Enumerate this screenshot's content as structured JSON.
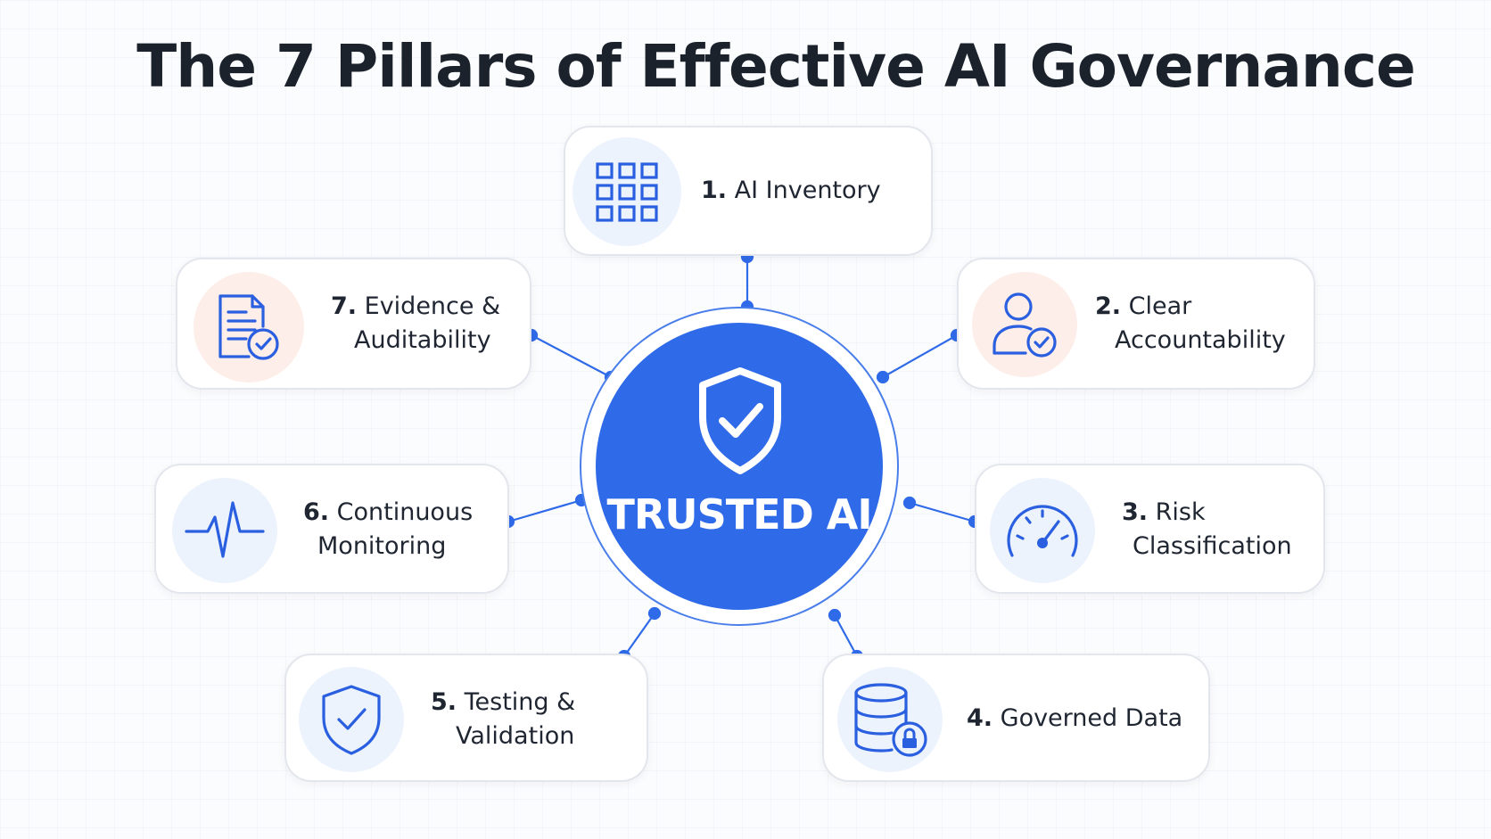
{
  "title": "The 7 Pillars of Effective AI Governance",
  "center": {
    "label": "TRUSTED AI",
    "icon": "shield-check-icon"
  },
  "colors": {
    "primary_blue": "#2f6ae8",
    "icon_blue": "#2a5fe0",
    "icon_bg_blue": "#edf3fd",
    "icon_bg_pink": "#fdeee9",
    "card_border": "#e3e6ec",
    "title_text": "#1b222c"
  },
  "pillars": [
    {
      "number": "1.",
      "lines": [
        "AI Inventory"
      ],
      "icon": "grid-icon"
    },
    {
      "number": "2.",
      "lines": [
        "Clear",
        "Accountability"
      ],
      "icon": "user-check-icon"
    },
    {
      "number": "3.",
      "lines": [
        "Risk",
        "Classification"
      ],
      "icon": "gauge-icon"
    },
    {
      "number": "4.",
      "lines": [
        "Governed Data"
      ],
      "icon": "database-lock-icon"
    },
    {
      "number": "5.",
      "lines": [
        "Testing &",
        "Validation"
      ],
      "icon": "shield-check-icon"
    },
    {
      "number": "6.",
      "lines": [
        "Continuous",
        "Monitoring"
      ],
      "icon": "pulse-icon"
    },
    {
      "number": "7.",
      "lines": [
        "Evidence &",
        "Auditability"
      ],
      "icon": "document-check-icon"
    }
  ]
}
